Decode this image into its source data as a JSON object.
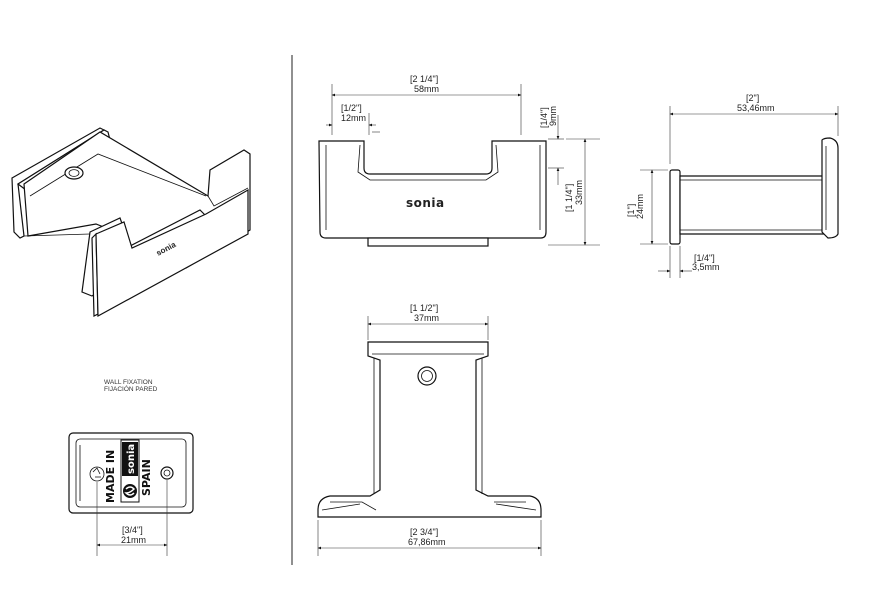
{
  "brand": "sonia",
  "note": {
    "line1": "WALL FIXATION",
    "line2": "FIJACIÓN PARED"
  },
  "stamp": {
    "made_in": "MADE IN",
    "spain": "SPAIN",
    "brand": "sonia"
  },
  "dimensions": {
    "width_total": {
      "inch": "[2 1/4\"]",
      "mm": "58mm"
    },
    "edge": {
      "inch": "[1/2\"]",
      "mm": "12mm"
    },
    "slot_depth": {
      "inch": "[1/4\"]",
      "mm": "9mm"
    },
    "height": {
      "inch": "[1 1/4\"]",
      "mm": "33mm"
    },
    "depth": {
      "inch": "[2\"]",
      "mm": "53,46mm"
    },
    "side_height": {
      "inch": "[1\"]",
      "mm": "24mm"
    },
    "plate_thickness": {
      "inch": "[1/4\"]",
      "mm": "3,5mm"
    },
    "top_width": {
      "inch": "[1 1/2\"]",
      "mm": "37mm"
    },
    "base_width": {
      "inch": "[2 3/4\"]",
      "mm": "67,86mm"
    },
    "fix_spacing": {
      "inch": "[3/4\"]",
      "mm": "21mm"
    }
  },
  "colors": {
    "line": "#111111",
    "background": "#ffffff"
  }
}
